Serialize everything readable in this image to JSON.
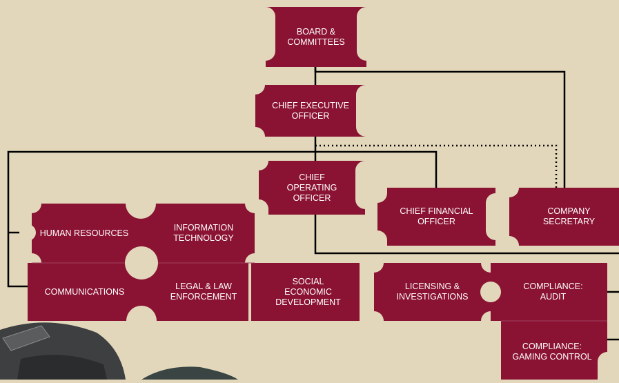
{
  "colors": {
    "background": "#e2d7bb",
    "box": "#8a1232",
    "line": "#000000",
    "divider": "#a04460"
  },
  "org_chart": {
    "board": "BOARD  &\nCOMMITTEES",
    "ceo": "CHIEF EXECUTIVE\nOFFICER",
    "coo": "CHIEF\nOPERATING\nOFFICER",
    "cfo": "CHIEF FINANCIAL\nOFFICER",
    "company_secretary": "COMPANY\nSECRETARY",
    "human_resources": "HUMAN RESOURCES",
    "information_technology": "INFORMATION\nTECHNOLOGY",
    "communications": "COMMUNICATIONS",
    "legal": "LEGAL & LAW\nENFORCEMENT",
    "social": "SOCIAL\nECONOMIC\nDEVELOPMENT",
    "licensing": "LICENSING &\nINVESTIGATIONS",
    "compliance_audit": "COMPLIANCE:\nAUDIT",
    "compliance_gaming": "COMPLIANCE:\nGAMING CONTROL"
  }
}
